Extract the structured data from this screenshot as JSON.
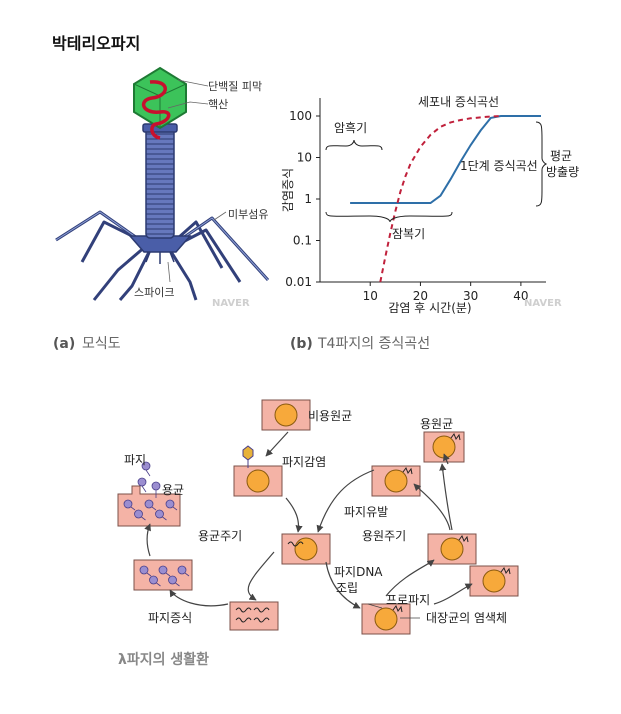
{
  "page": {
    "title": "박테리오파지"
  },
  "panel_a": {
    "labels": {
      "capsid": "단백질 피막",
      "nucleic": "핵산",
      "fiber": "미부섬유",
      "spike": "스파이크"
    },
    "watermark": "NAVER",
    "caption_letter": "(a)",
    "caption": "모식도"
  },
  "panel_b": {
    "caption_letter": "(b)",
    "caption": "T4파지의 증식곡선",
    "watermark": "NAVER",
    "ylabel": "감염증식",
    "xlabel": "감염 후 시간(분)",
    "annotations": {
      "eclipse": "암흑기",
      "latent": "잠복기",
      "intracellular": "세포내 증식곡선",
      "onestep": "1단계 증식곡선",
      "burst_1": "평균",
      "burst_2": "방출량"
    }
  },
  "chart_data": {
    "type": "line",
    "title": "",
    "xlabel": "감염 후 시간(분)",
    "ylabel": "감염증식",
    "yscale": "log",
    "xlim": [
      0,
      45
    ],
    "ylim": [
      0.01,
      100
    ],
    "xticks": [
      "10",
      "20",
      "30",
      "40"
    ],
    "yticks": [
      "0.01",
      "0.1",
      "1",
      "10",
      "100"
    ],
    "series": [
      {
        "name": "1단계 증식곡선",
        "style": "solid",
        "color": "#2e6fa8",
        "x": [
          6,
          12,
          18,
          22,
          24,
          26,
          28,
          30,
          32,
          34,
          36,
          40,
          44
        ],
        "y": [
          0.8,
          0.8,
          0.8,
          0.8,
          1.2,
          3,
          8,
          20,
          45,
          90,
          100,
          100,
          100
        ]
      },
      {
        "name": "세포내 증식곡선",
        "style": "dashed",
        "color": "#c0203b",
        "x": [
          12,
          13,
          14,
          15,
          16,
          17,
          18,
          20,
          22,
          24,
          26,
          28,
          30,
          33,
          36
        ],
        "y": [
          0.01,
          0.04,
          0.15,
          0.5,
          1.5,
          3.5,
          7,
          18,
          35,
          55,
          70,
          80,
          88,
          95,
          100
        ]
      }
    ]
  },
  "cycle": {
    "caption": "λ파지의 생활환",
    "labels": {
      "noninfected": "비용원균",
      "infection": "파지감염",
      "phage": "파지",
      "lysed": "용균",
      "lytic_cycle": "용균주기",
      "replication": "파지증식",
      "integration_1": "파지DNA",
      "integration_2": "조립",
      "prophage": "프로파지",
      "chromosome": "대장균의 염색체",
      "induction": "파지유발",
      "lysogenic_cycle": "용원주기",
      "lysogen": "용원균"
    }
  },
  "colors": {
    "cell_fill": "#f4b3a6",
    "cell_stroke": "#7b5048",
    "nucleoid": "#f7a93b",
    "capsid": "#3cc35a",
    "dna": "#c8102e",
    "tail": "#4a5ea8",
    "solid_curve": "#2e6fa8",
    "dashed_curve": "#c0203b"
  }
}
